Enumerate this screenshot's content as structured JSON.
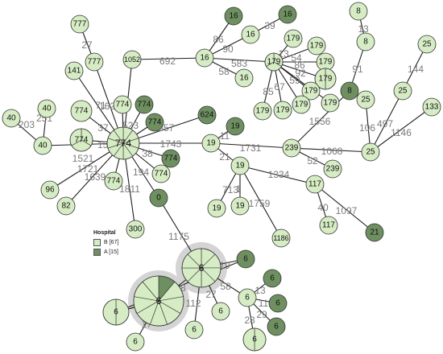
{
  "colors": {
    "B": "#d6ecc4",
    "A": "#6e8f60"
  },
  "legend": {
    "title": "Hospital",
    "items": [
      {
        "key": "B",
        "label": "B [67]"
      },
      {
        "key": "A",
        "label": "A [15]"
      }
    ]
  },
  "nodes": [
    {
      "id": "n774c",
      "label": "774",
      "pie": [
        "B",
        "B",
        "B",
        "B",
        "B",
        "B",
        "B",
        "B",
        "B",
        "B"
      ]
    },
    {
      "id": "n777a",
      "label": "777",
      "pie": [
        "B"
      ]
    },
    {
      "id": "n777b",
      "label": "777",
      "pie": [
        "B"
      ]
    },
    {
      "id": "n141",
      "label": "141",
      "pie": [
        "B"
      ]
    },
    {
      "id": "n774a",
      "label": "774",
      "pie": [
        "B"
      ]
    },
    {
      "id": "n774b",
      "label": "774",
      "pie": [
        "B"
      ]
    },
    {
      "id": "n774g1",
      "label": "774",
      "pie": [
        "A"
      ]
    },
    {
      "id": "n774g2",
      "label": "774",
      "pie": [
        "A"
      ]
    },
    {
      "id": "n774d",
      "label": "774",
      "pie": [
        "B",
        "B",
        "B"
      ]
    },
    {
      "id": "n40a",
      "label": "40",
      "pie": [
        "B"
      ]
    },
    {
      "id": "n40b",
      "label": "40",
      "pie": [
        "B"
      ]
    },
    {
      "id": "n40c",
      "label": "40",
      "pie": [
        "B"
      ]
    },
    {
      "id": "n96",
      "label": "96",
      "pie": [
        "B"
      ]
    },
    {
      "id": "n82",
      "label": "82",
      "pie": [
        "B"
      ]
    },
    {
      "id": "n774e",
      "label": "774",
      "pie": [
        "B"
      ]
    },
    {
      "id": "n774f",
      "label": "774",
      "pie": [
        "B"
      ]
    },
    {
      "id": "n774g3",
      "label": "774",
      "pie": [
        "A"
      ]
    },
    {
      "id": "n300",
      "label": "300",
      "pie": [
        "B"
      ]
    },
    {
      "id": "n0",
      "label": "0",
      "pie": [
        "A"
      ]
    },
    {
      "id": "n624",
      "label": "624",
      "pie": [
        "A"
      ]
    },
    {
      "id": "n1052",
      "label": "1052",
      "pie": [
        "B"
      ]
    },
    {
      "id": "n16c",
      "label": "16",
      "pie": [
        "B"
      ]
    },
    {
      "id": "n16a",
      "label": "16",
      "pie": [
        "A"
      ]
    },
    {
      "id": "n16b",
      "label": "16",
      "pie": [
        "A"
      ]
    },
    {
      "id": "n16d",
      "label": "16",
      "pie": [
        "B"
      ]
    },
    {
      "id": "n16e",
      "label": "16",
      "pie": [
        "B"
      ]
    },
    {
      "id": "n179c",
      "label": "179",
      "pie": [
        "B",
        "B",
        "B"
      ]
    },
    {
      "id": "n179a",
      "label": "179",
      "pie": [
        "B"
      ]
    },
    {
      "id": "n179b",
      "label": "179",
      "pie": [
        "B"
      ]
    },
    {
      "id": "n179d",
      "label": "179",
      "pie": [
        "B"
      ]
    },
    {
      "id": "n179e",
      "label": "179",
      "pie": [
        "B",
        "B"
      ]
    },
    {
      "id": "n179f",
      "label": "179",
      "pie": [
        "B"
      ]
    },
    {
      "id": "n179g",
      "label": "179",
      "pie": [
        "B"
      ]
    },
    {
      "id": "n179h",
      "label": "179",
      "pie": [
        "B"
      ]
    },
    {
      "id": "n179i",
      "label": "179",
      "pie": [
        "B"
      ]
    },
    {
      "id": "n179j",
      "label": "179",
      "pie": [
        "B"
      ]
    },
    {
      "id": "n8a",
      "label": "8",
      "pie": [
        "B"
      ]
    },
    {
      "id": "n8b",
      "label": "8",
      "pie": [
        "B"
      ]
    },
    {
      "id": "n8c",
      "label": "8",
      "pie": [
        "A"
      ]
    },
    {
      "id": "n25a",
      "label": "25",
      "pie": [
        "B"
      ]
    },
    {
      "id": "n25b",
      "label": "25",
      "pie": [
        "B"
      ]
    },
    {
      "id": "n25c",
      "label": "25",
      "pie": [
        "B"
      ]
    },
    {
      "id": "n25d",
      "label": "25",
      "pie": [
        "B"
      ]
    },
    {
      "id": "n133",
      "label": "133",
      "pie": [
        "B"
      ]
    },
    {
      "id": "n239a",
      "label": "239",
      "pie": [
        "B"
      ]
    },
    {
      "id": "n239b",
      "label": "239",
      "pie": [
        "B"
      ]
    },
    {
      "id": "n19a",
      "label": "19",
      "pie": [
        "B"
      ]
    },
    {
      "id": "n19g",
      "label": "19",
      "pie": [
        "A"
      ]
    },
    {
      "id": "n19b",
      "label": "19",
      "pie": [
        "B"
      ]
    },
    {
      "id": "n19c",
      "label": "19",
      "pie": [
        "B"
      ]
    },
    {
      "id": "n19d",
      "label": "19",
      "pie": [
        "B"
      ]
    },
    {
      "id": "n1186",
      "label": "1186",
      "pie": [
        "B"
      ]
    },
    {
      "id": "n117a",
      "label": "117",
      "pie": [
        "B"
      ]
    },
    {
      "id": "n117b",
      "label": "117",
      "pie": [
        "B"
      ]
    },
    {
      "id": "n21",
      "label": "21",
      "pie": [
        "A"
      ]
    },
    {
      "id": "n6a",
      "label": "6",
      "pie": [
        "B",
        "B",
        "B",
        "B",
        "B",
        "B",
        "B",
        "B"
      ]
    },
    {
      "id": "n6b",
      "label": "6",
      "pie": [
        "A",
        "B",
        "B",
        "B",
        "B",
        "B",
        "B",
        "B",
        "B"
      ]
    },
    {
      "id": "n6c",
      "label": "6",
      "pie": [
        "B",
        "B"
      ]
    },
    {
      "id": "n6d",
      "label": "6",
      "pie": [
        "B"
      ]
    },
    {
      "id": "n6e",
      "label": "6",
      "pie": [
        "B"
      ]
    },
    {
      "id": "n6f",
      "label": "6",
      "pie": [
        "B"
      ]
    },
    {
      "id": "n6g",
      "label": "6",
      "pie": [
        "B"
      ]
    },
    {
      "id": "n6h",
      "label": "6",
      "pie": [
        "B",
        "B"
      ]
    },
    {
      "id": "n6i",
      "label": "6",
      "pie": [
        "B"
      ]
    },
    {
      "id": "n6j",
      "label": "6",
      "pie": [
        "A"
      ]
    },
    {
      "id": "n6k",
      "label": "6",
      "pie": [
        "A"
      ]
    },
    {
      "id": "n6l",
      "label": "6",
      "pie": [
        "A"
      ]
    },
    {
      "id": "n6m",
      "label": "6",
      "pie": [
        "A"
      ]
    },
    {
      "id": "n6n",
      "label": "6",
      "pie": [
        "A"
      ]
    }
  ],
  "edges": [
    {
      "from": "n774c",
      "to": "n777b",
      "label": ""
    },
    {
      "from": "n777a",
      "to": "n777b",
      "label": "27"
    },
    {
      "from": "n774c",
      "to": "n141",
      "label": ""
    },
    {
      "from": "n774c",
      "to": "n774a",
      "label": "71"
    },
    {
      "from": "n774c",
      "to": "n774b",
      "label": "162"
    },
    {
      "from": "n774c",
      "to": "n774g1",
      "label": "523"
    },
    {
      "from": "n774c",
      "to": "n774g2",
      "label": "1857"
    },
    {
      "from": "n774c",
      "to": "n1052",
      "label": ""
    },
    {
      "from": "n774c",
      "to": "n774d",
      "label": "37"
    },
    {
      "from": "n774c",
      "to": "n40c",
      "label": "151"
    },
    {
      "from": "n774c",
      "to": "n96",
      "label": "1521"
    },
    {
      "from": "n774c",
      "to": "n82",
      "label": "1721"
    },
    {
      "from": "n774c",
      "to": "n774e",
      "label": "1639"
    },
    {
      "from": "n774c",
      "to": "n774f",
      "label": "194"
    },
    {
      "from": "n774c",
      "to": "n774g3",
      "label": "38"
    },
    {
      "from": "n774c",
      "to": "n300",
      "label": "1811"
    },
    {
      "from": "n774c",
      "to": "n0",
      "label": ""
    },
    {
      "from": "n774c",
      "to": "n624",
      "label": ""
    },
    {
      "from": "n774c",
      "to": "n19a",
      "label": "1743"
    },
    {
      "from": "n40a",
      "to": "n40c",
      "label": "203"
    },
    {
      "from": "n40b",
      "to": "n40c",
      "label": "251"
    },
    {
      "from": "n1052",
      "to": "n16c",
      "label": "692"
    },
    {
      "from": "n16c",
      "to": "n16a",
      "label": "86"
    },
    {
      "from": "n16c",
      "to": "n16d",
      "label": "90"
    },
    {
      "from": "n16d",
      "to": "n16b",
      "label": "39"
    },
    {
      "from": "n16c",
      "to": "n16e",
      "label": "58"
    },
    {
      "from": "n16c",
      "to": "n179c",
      "label": "583"
    },
    {
      "from": "n179c",
      "to": "n179a",
      "label": "13"
    },
    {
      "from": "n179c",
      "to": "n179b",
      "label": "54"
    },
    {
      "from": "n179c",
      "to": "n179d",
      "label": "86"
    },
    {
      "from": "n179c",
      "to": "n179e",
      "label": "92"
    },
    {
      "from": "n179c",
      "to": "n179f",
      "label": "59"
    },
    {
      "from": "n179c",
      "to": "n179g",
      "label": ""
    },
    {
      "from": "n179c",
      "to": "n179h",
      "label": "67"
    },
    {
      "from": "n179c",
      "to": "n179i",
      "label": ""
    },
    {
      "from": "n179c",
      "to": "n179j",
      "label": "85"
    },
    {
      "from": "n8a",
      "to": "n8b",
      "label": "13"
    },
    {
      "from": "n8b",
      "to": "n8c",
      "label": "91"
    },
    {
      "from": "n8c",
      "to": "n239a",
      "label": "1556"
    },
    {
      "from": "n25a",
      "to": "n25c",
      "label": "144"
    },
    {
      "from": "n25c",
      "to": "n25d",
      "label": "497"
    },
    {
      "from": "n25b",
      "to": "n25d",
      "label": "106"
    },
    {
      "from": "n133",
      "to": "n25d",
      "label": "1146"
    },
    {
      "from": "n239a",
      "to": "n25d",
      "label": "1068"
    },
    {
      "from": "n239a",
      "to": "n239b",
      "label": "52"
    },
    {
      "from": "n19a",
      "to": "n239a",
      "label": "1731"
    },
    {
      "from": "n19a",
      "to": "n19g",
      "label": "11"
    },
    {
      "from": "n19a",
      "to": "n19b",
      "label": "21"
    },
    {
      "from": "n19b",
      "to": "n19c",
      "label": "713"
    },
    {
      "from": "n19b",
      "to": "n19d",
      "label": "1"
    },
    {
      "from": "n19b",
      "to": "n1186",
      "label": "1759"
    },
    {
      "from": "n19b",
      "to": "n117a",
      "label": "1334"
    },
    {
      "from": "n117a",
      "to": "n117b",
      "label": "40"
    },
    {
      "from": "n117a",
      "to": "n21",
      "label": "1097"
    },
    {
      "from": "n0",
      "to": "n6a",
      "label": "1175"
    },
    {
      "from": "n6a",
      "to": "n6j",
      "label": "19"
    },
    {
      "from": "n6a",
      "to": "n6b",
      "label": "18"
    },
    {
      "from": "n6a",
      "to": "n6e",
      "label": "112"
    },
    {
      "from": "n6a",
      "to": "n6f",
      "label": "27"
    },
    {
      "from": "n6a",
      "to": "n6g",
      "label": "58"
    },
    {
      "from": "n6g",
      "to": "n6k",
      "label": "13"
    },
    {
      "from": "n6g",
      "to": "n6l",
      "label": "11"
    },
    {
      "from": "n6g",
      "to": "n6m",
      "label": "29"
    },
    {
      "from": "n6g",
      "to": "n6h",
      "label": "23"
    },
    {
      "from": "n6b",
      "to": "n6c",
      "label": "8"
    },
    {
      "from": "n6b",
      "to": "n6d",
      "label": "17"
    },
    {
      "from": "n6b",
      "to": "n6i",
      "label": ""
    },
    {
      "from": "n6i",
      "to": "n6n",
      "label": ""
    }
  ]
}
